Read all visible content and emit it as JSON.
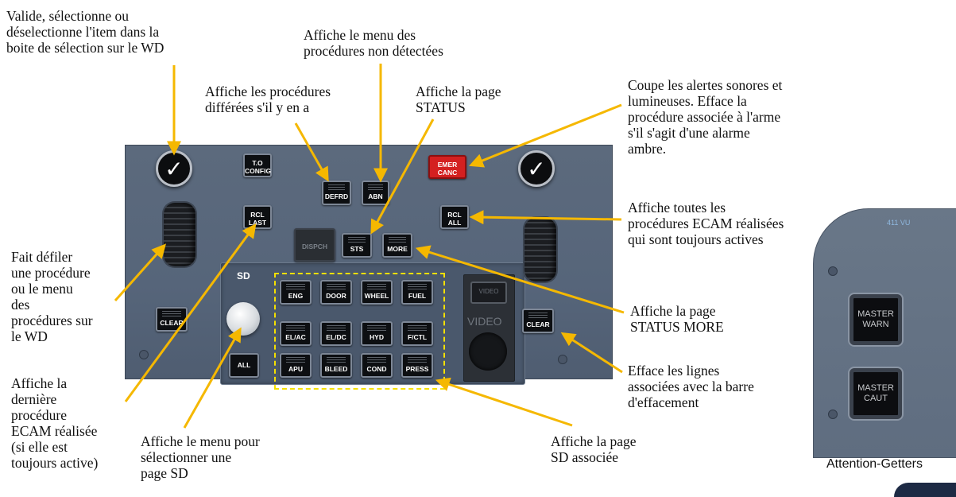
{
  "annotations": {
    "validate": "Valide, sélectionne ou\ndéselectionne l'item dans la\nboite de sélection sur le WD",
    "not_detected": "Affiche le menu des\nprocédures non détectées",
    "deferred": "Affiche les procédures\ndifférées s'il y en a",
    "status": "Affiche la page\nSTATUS",
    "emer_canc": "Coupe les alertes sonores et\nlumineuses. Efface la\nprocédure associée à l'arme\ns'il s'agit d'une alarme\nambre.",
    "rcl_all": "Affiche toutes les\nprocédures ECAM réalisées\nqui sont toujours actives",
    "scroll": "Fait défiler\nune procédure\nou le menu\ndes\nprocédures sur\nle WD",
    "status_more": "Affiche la page\nSTATUS MORE",
    "clear": "Efface les lignes\nassociées avec la barre\nd'effacement",
    "rcl_last": "Affiche la\ndernière\nprocédure\nECAM réalisée\n(si elle est\ntoujours active)",
    "sd_menu": "Affiche le menu pour\nsélectionner une\npage SD",
    "sd_page": "Affiche la page\nSD associée"
  },
  "panel": {
    "to_config": "T.O\nCONFIG",
    "defrd": "DEFRD",
    "abn": "ABN",
    "emer_canc": "EMER\nCANC",
    "rcl_last": "RCL\nLAST",
    "rcl_all": "RCL\nALL",
    "dispch": "DISPCH",
    "sts": "STS",
    "more": "MORE",
    "clear_left": "CLEAR",
    "clear_right": "CLEAR",
    "sd_label": "SD",
    "all": "ALL",
    "video_btn": "VIDEO",
    "video_label": "VIDEO",
    "checkmark": "✓",
    "sd_pages": [
      "ENG",
      "DOOR",
      "WHEEL",
      "FUEL",
      "EL/AC",
      "EL/DC",
      "HYD",
      "F/CTL",
      "APU",
      "BLEED",
      "COND",
      "PRESS"
    ]
  },
  "attention": {
    "panel_id": "411 VU",
    "master_warn": "MASTER\nWARN",
    "master_caut": "MASTER\nCAUT",
    "caption": "Attention-Getters"
  },
  "colors": {
    "arrow": "#f5b800",
    "emer_red": "#d42020",
    "dashed_box": "#f5e000"
  }
}
